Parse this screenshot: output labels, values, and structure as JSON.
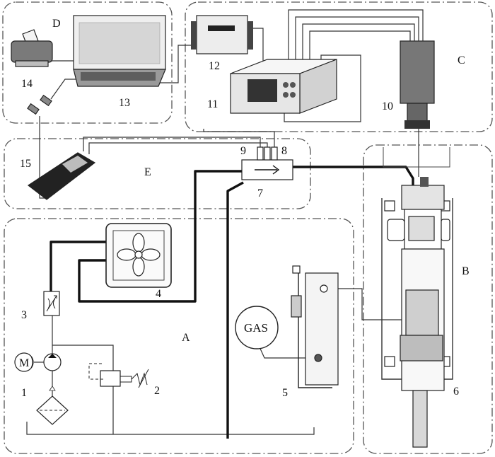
{
  "sections": [
    "A",
    "B",
    "C",
    "D",
    "E"
  ],
  "components": {
    "c1": "1",
    "c2": "2",
    "c3": "3",
    "c4": "4",
    "c5": "5",
    "c6": "6",
    "c7": "7",
    "c8": "8",
    "c9": "9",
    "c10": "10",
    "c11": "11",
    "c12": "12",
    "c13": "13",
    "c14": "14",
    "c15": "15"
  },
  "gas_label": "GAS",
  "motor_label": "M"
}
